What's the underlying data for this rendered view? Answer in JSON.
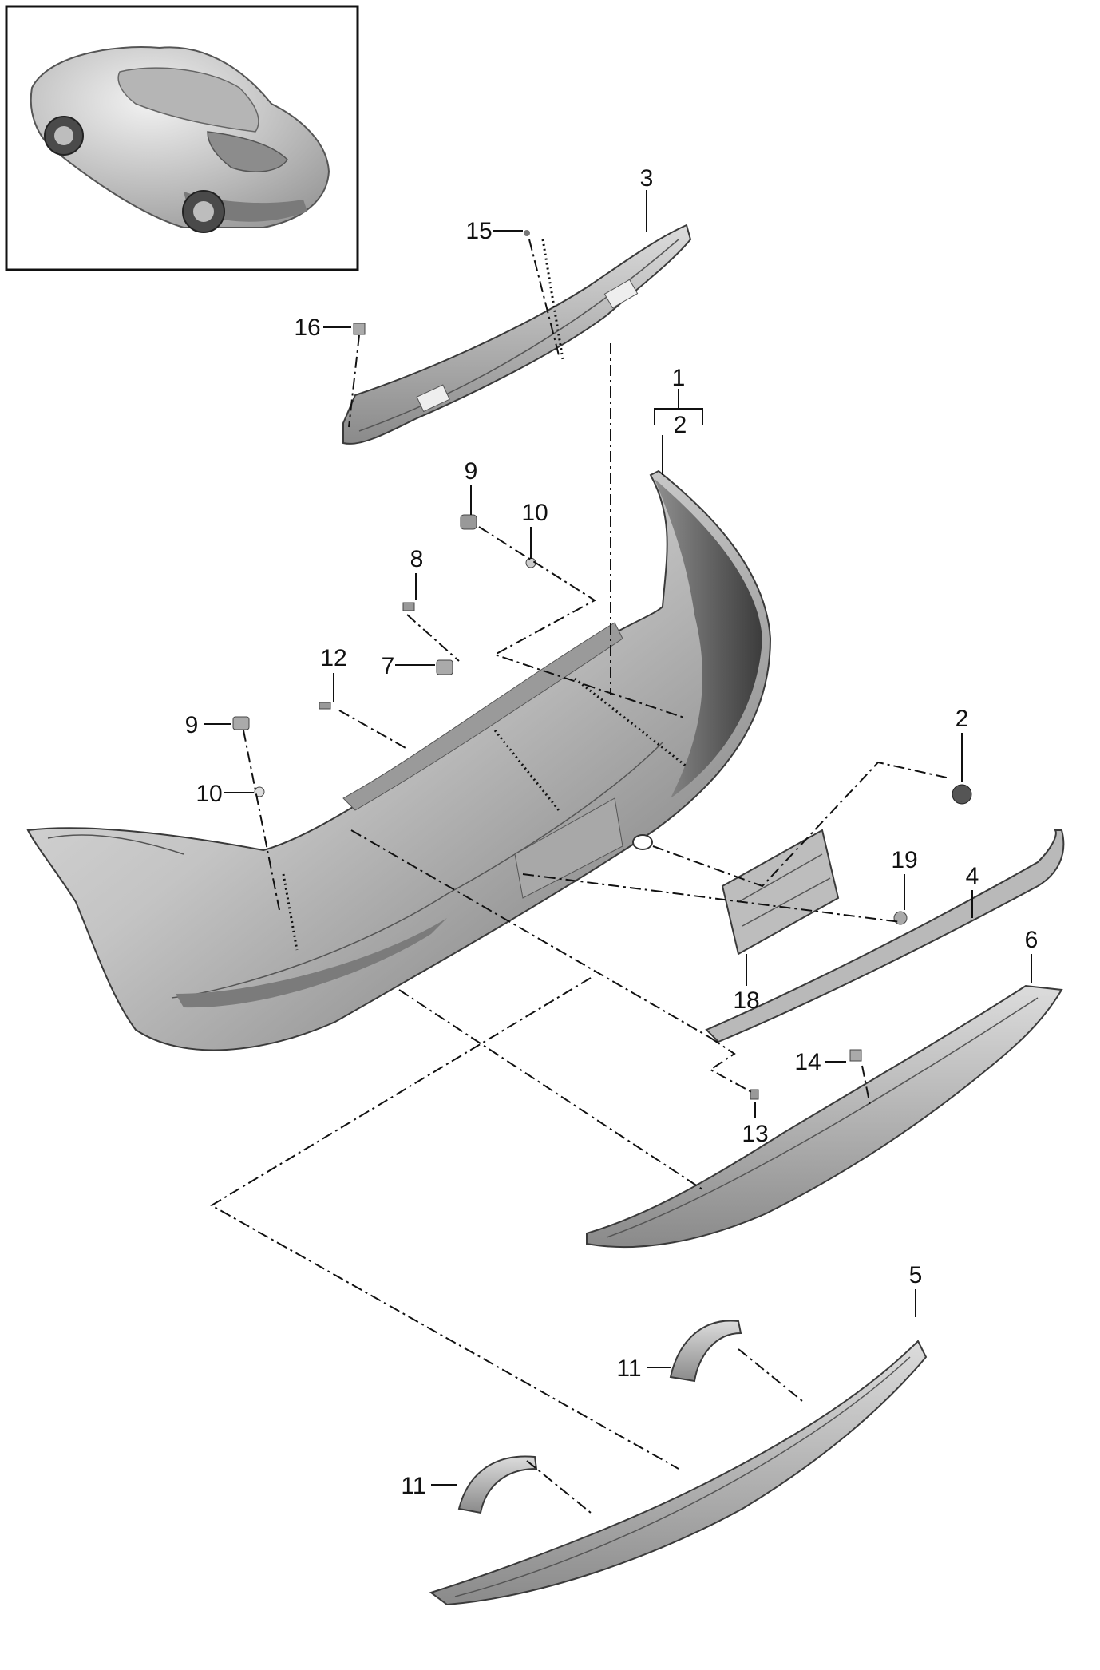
{
  "callouts": {
    "c1": "1",
    "c2_top": "2",
    "c2_side": "2",
    "c3": "3",
    "c4": "4",
    "c5": "5",
    "c6": "6",
    "c7": "7",
    "c8": "8",
    "c9_top": "9",
    "c9_left": "9",
    "c10_top": "10",
    "c10_left": "10",
    "c11_upper": "11",
    "c11_lower": "11",
    "c12": "12",
    "c13": "13",
    "c14": "14",
    "c15": "15",
    "c16": "16",
    "c18": "18",
    "c19": "19"
  }
}
